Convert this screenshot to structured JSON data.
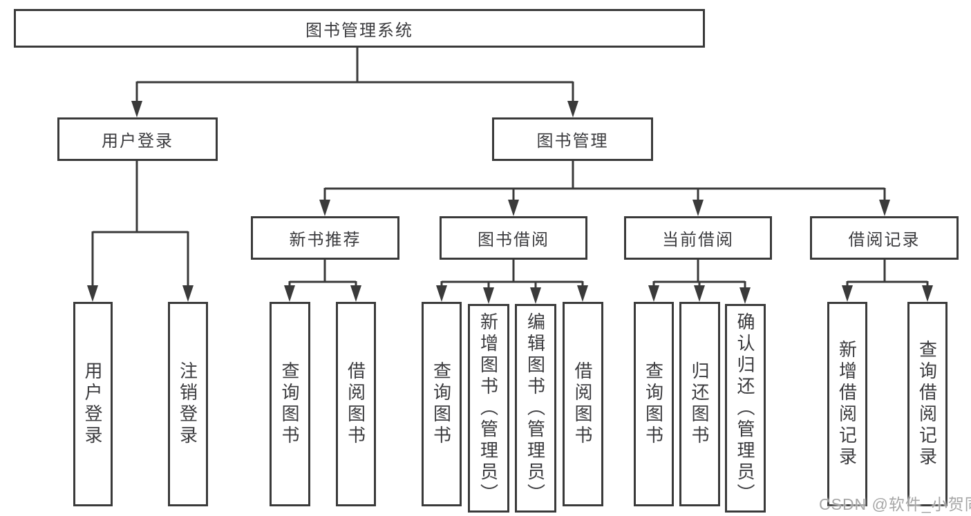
{
  "tree": {
    "root": {
      "label": "图书管理系统",
      "children": [
        {
          "label": "用户登录",
          "children": [
            {
              "label": "用户登录"
            },
            {
              "label": "注销登录"
            }
          ]
        },
        {
          "label": "图书管理",
          "children": [
            {
              "label": "新书推荐",
              "children": [
                {
                  "label": "查询图书"
                },
                {
                  "label": "借阅图书"
                }
              ]
            },
            {
              "label": "图书借阅",
              "children": [
                {
                  "label": "查询图书"
                },
                {
                  "label": "新增图书（管理员）"
                },
                {
                  "label": "编辑图书（管理员）"
                },
                {
                  "label": "借阅图书"
                }
              ]
            },
            {
              "label": "当前借阅",
              "children": [
                {
                  "label": "查询图书"
                },
                {
                  "label": "归还图书"
                },
                {
                  "label": "确认归还（管理员）"
                }
              ]
            },
            {
              "label": "借阅记录",
              "children": [
                {
                  "label": "新增借阅记录"
                },
                {
                  "label": "查询借阅记录"
                }
              ]
            }
          ]
        }
      ]
    }
  },
  "watermark": {
    "text": "CSDN @软件_小贺同学"
  },
  "colors": {
    "line": "#3a3a3a",
    "box_border": "#3a3a3a",
    "text": "#3b3b3e",
    "watermark": "#9e9e9e",
    "background": "#ffffff"
  }
}
